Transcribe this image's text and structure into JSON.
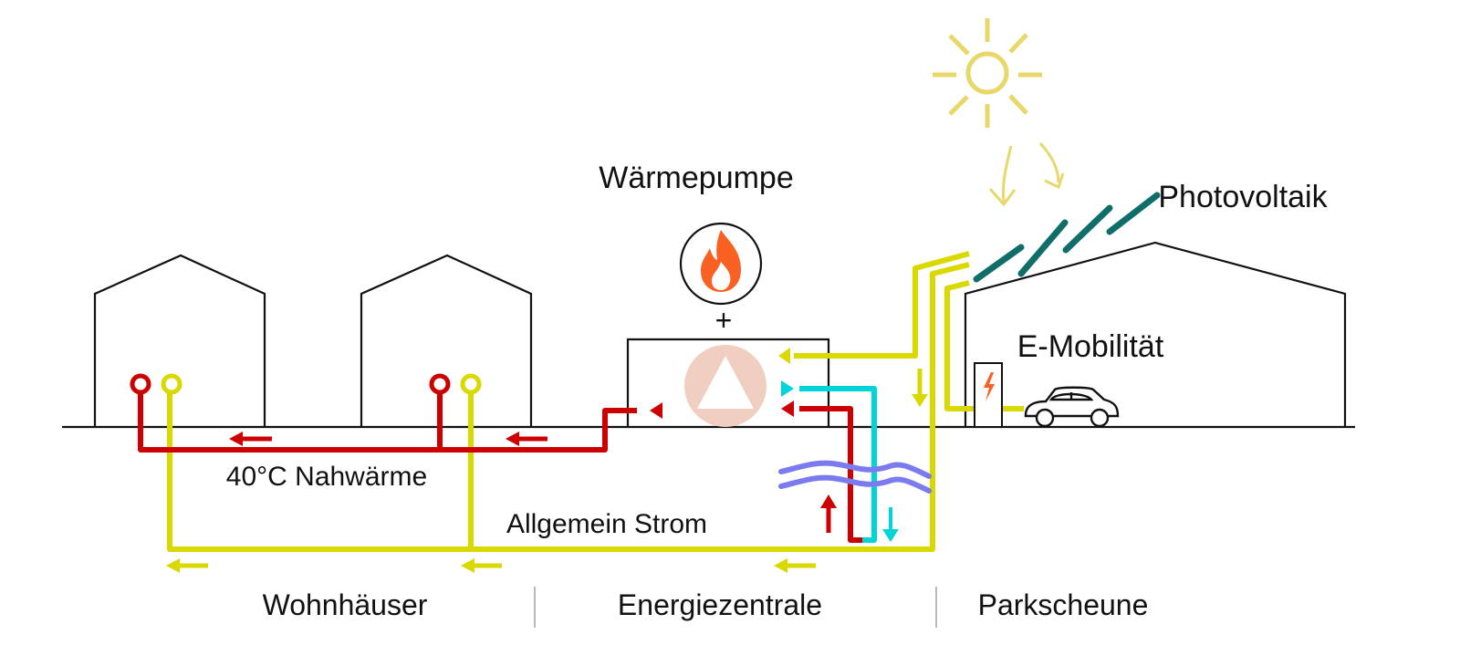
{
  "labels": {
    "heat_pump": "Wärmepumpe",
    "photovoltaics": "Photovoltaik",
    "e_mobility": "E-Mobilität",
    "district_heat": "40°C Nahwärme",
    "general_power": "Allgemein Strom",
    "plus": "+"
  },
  "sections": [
    {
      "label": "Wohnhäuser"
    },
    {
      "label": "Energiezentrale"
    },
    {
      "label": "Parkscheune"
    }
  ],
  "colors": {
    "heat_line": "#cc0000",
    "power_line": "#d9d900",
    "cold_water_line": "#00d4d8",
    "groundwater": "#7b7bef",
    "sun": "#e8d86a",
    "pv_panel": "#0f6e69",
    "flame": "#f86122",
    "heat_pump_disc": "#f0cfc0",
    "outline": "#111111"
  },
  "icons": [
    "sun-icon",
    "flame-icon",
    "heat-pump-icon",
    "charging-station-icon",
    "car-icon",
    "water-waves-icon",
    "pv-panel-icon",
    "house-icon"
  ]
}
